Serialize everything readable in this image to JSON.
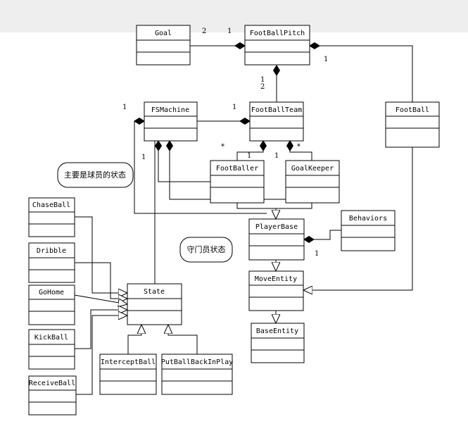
{
  "classes": {
    "goal": "Goal",
    "football_pitch": "FootBallPitch",
    "fs_machine": "FSMachine",
    "football_team": "FootBallTeam",
    "football": "FootBall",
    "footballer": "FootBaller",
    "goal_keeper": "GoalKeeper",
    "player_base": "PlayerBase",
    "behaviors": "Behaviors",
    "move_entity": "MoveEntity",
    "base_entity": "BaseEntity",
    "chase_ball": "ChaseBall",
    "dribble": "Dribble",
    "go_home": "GoHome",
    "kick_ball": "KickBall",
    "receive_ball": "ReceiveBall",
    "state": "State",
    "intercept_ball": "InterceptBall",
    "put_ball_back_in_play": "PutBallBackInPlay"
  },
  "notes": {
    "player_states": "主要是球员的状态",
    "goalkeeper_states": "守门员状态"
  },
  "multiplicities": {
    "goal_side": "2",
    "pitch_goal_side": "1",
    "pitch_football_side": "1",
    "pitch_team_a": "1",
    "pitch_team_b": "2",
    "fsm_left": "1",
    "fsm_team_side": "1",
    "fsm_bottom": "1",
    "team_footballer_star": "*",
    "team_footballer_one": "1",
    "team_keeper_one": "1",
    "team_keeper_star": "*",
    "playerbase_behaviors": "1"
  },
  "colors": {
    "line": "#000000",
    "background": "#ffffff",
    "top_band": "#eeeeee"
  }
}
